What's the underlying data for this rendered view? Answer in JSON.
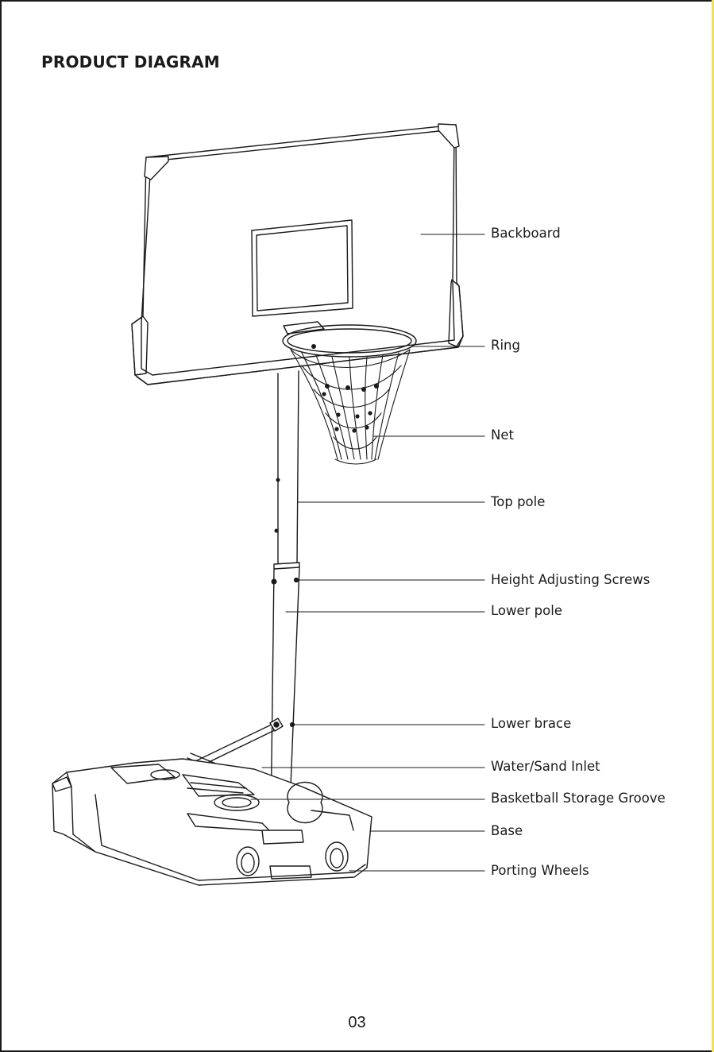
{
  "title": "PRODUCT DIAGRAM",
  "page_number": "03",
  "accent_color": "#f4e24a",
  "labels": [
    {
      "id": "backboard",
      "text": "Backboard"
    },
    {
      "id": "ring",
      "text": "Ring"
    },
    {
      "id": "net",
      "text": "Net"
    },
    {
      "id": "top-pole",
      "text": "Top pole"
    },
    {
      "id": "height-adjusting-screws",
      "text": "Height Adjusting Screws"
    },
    {
      "id": "lower-pole",
      "text": "Lower pole"
    },
    {
      "id": "lower-brace",
      "text": "Lower brace"
    },
    {
      "id": "water-sand-inlet",
      "text": "Water/Sand Inlet"
    },
    {
      "id": "basketball-storage-groove",
      "text": "Basketball Storage Groove"
    },
    {
      "id": "base",
      "text": "Base"
    },
    {
      "id": "porting-wheels",
      "text": "Porting Wheels"
    }
  ]
}
